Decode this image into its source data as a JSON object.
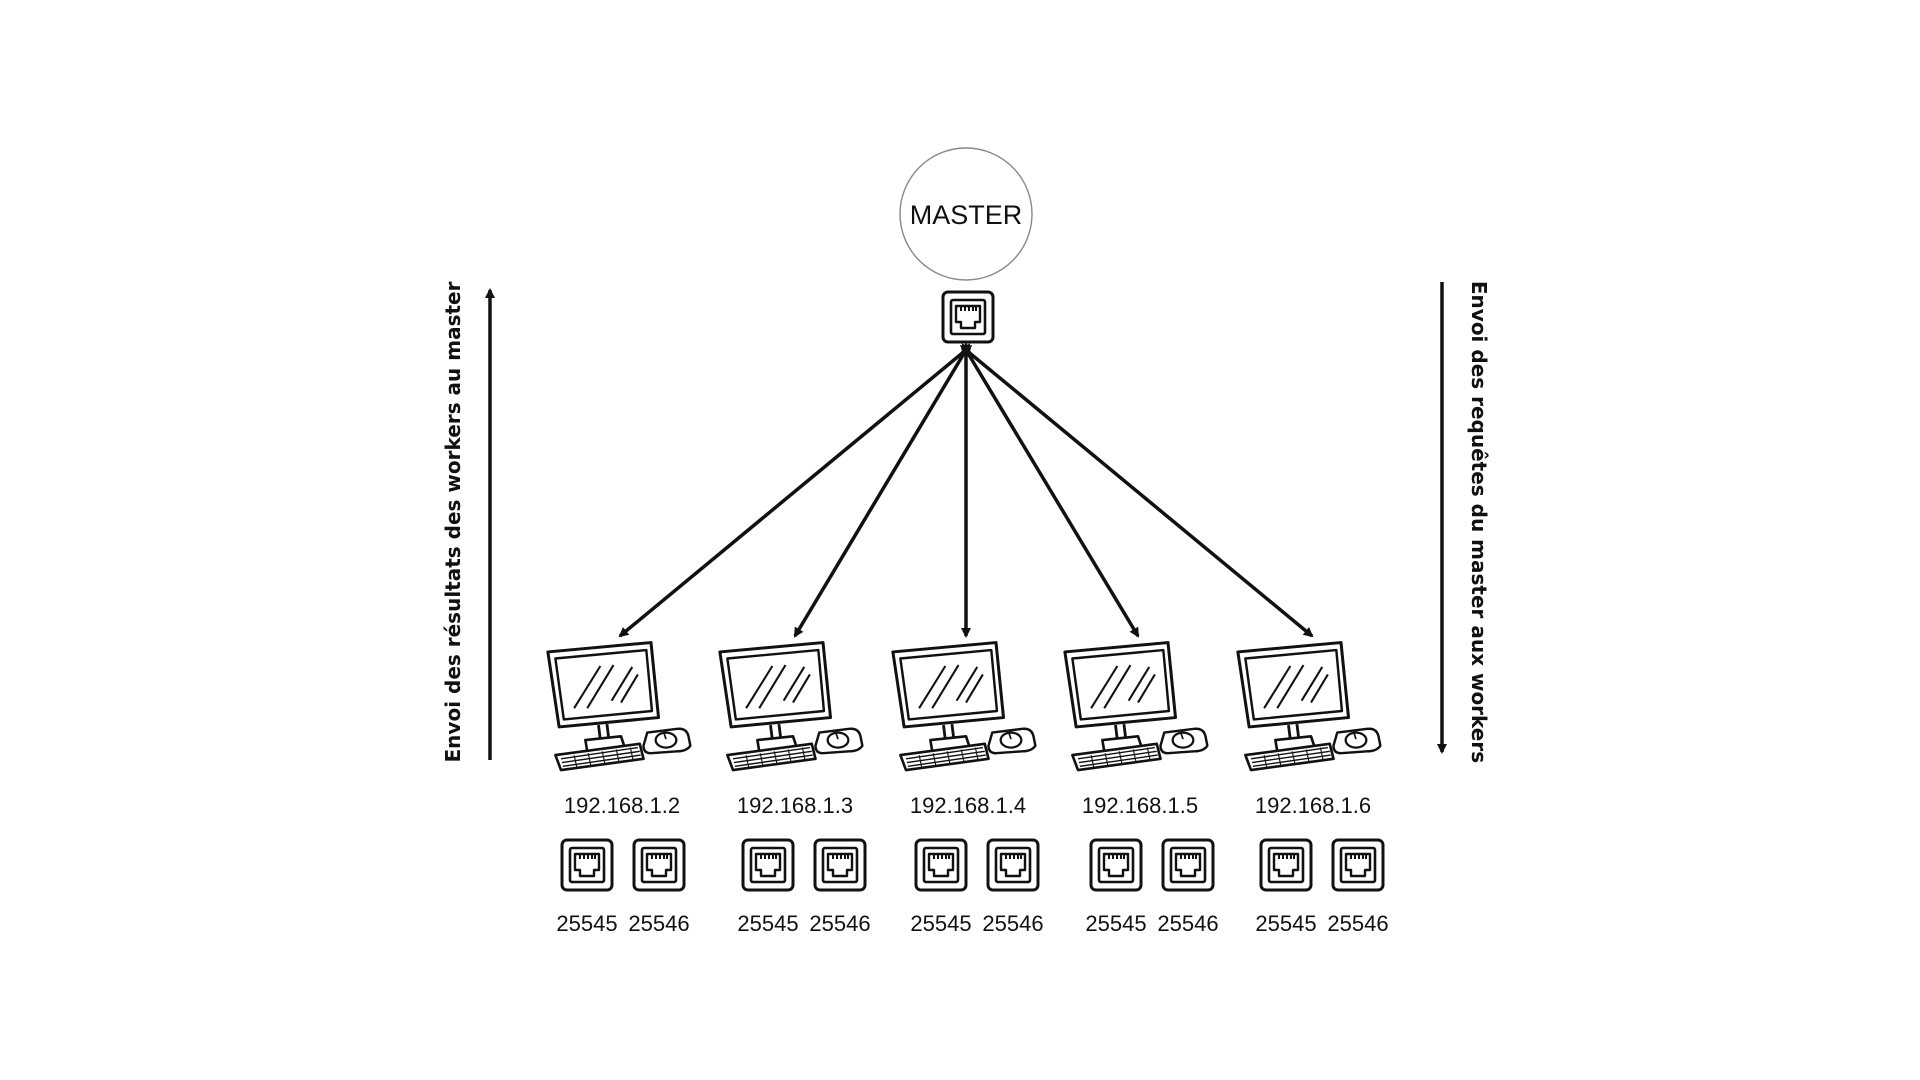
{
  "master": {
    "label": "MASTER",
    "port_icon": "ethernet-port-icon"
  },
  "arrows": {
    "left_label": "Envoi des résultats des workers au master",
    "right_label": "Envoi des requêtes du master aux workers"
  },
  "workers": [
    {
      "ip": "192.168.1.2",
      "ports": [
        "25545",
        "25546"
      ],
      "icon": "desktop-computer-icon"
    },
    {
      "ip": "192.168.1.3",
      "ports": [
        "25545",
        "25546"
      ],
      "icon": "desktop-computer-icon"
    },
    {
      "ip": "192.168.1.4",
      "ports": [
        "25545",
        "25546"
      ],
      "icon": "desktop-computer-icon"
    },
    {
      "ip": "192.168.1.5",
      "ports": [
        "25545",
        "25546"
      ],
      "icon": "desktop-computer-icon"
    },
    {
      "ip": "192.168.1.6",
      "ports": [
        "25545",
        "25546"
      ],
      "icon": "desktop-computer-icon"
    }
  ],
  "colors": {
    "stroke": "#111111",
    "background": "#ffffff"
  }
}
